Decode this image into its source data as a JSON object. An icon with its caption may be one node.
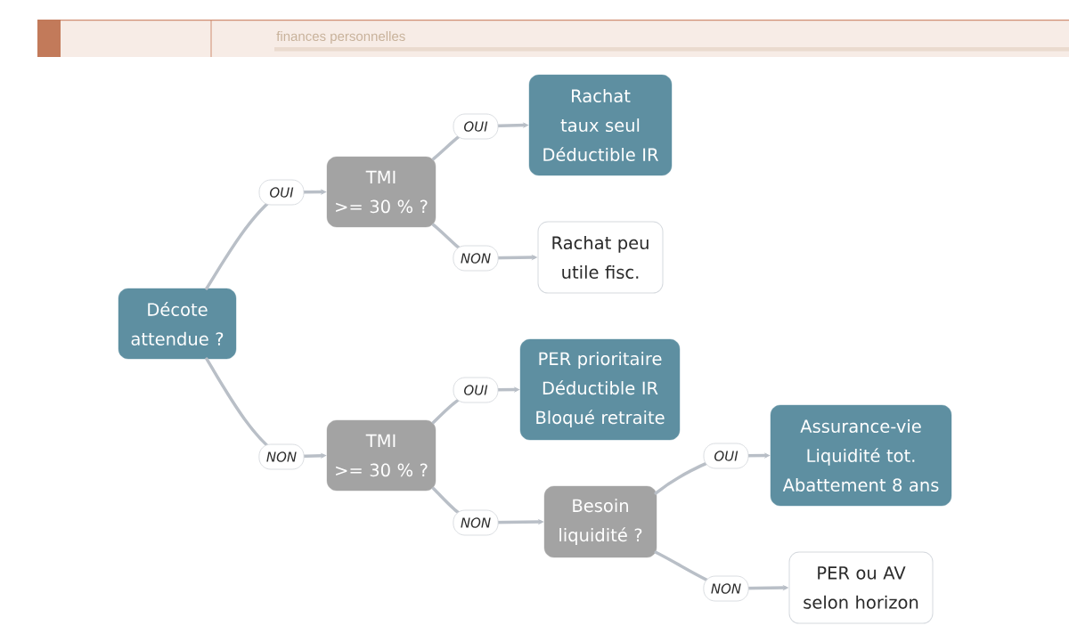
{
  "diagram": {
    "nodes": [
      {
        "text": [
          "Décote attendue ?"
        ]
      },
      {
        "text": [
          "TMI >= 30 % ?"
        ]
      },
      {
        "text": [
          "Rachat taux seul Déductible IR"
        ]
      },
      {
        "text": [
          "Rachat peu utile fisc."
        ]
      },
      {
        "text": [
          "TMI >= 30 % ?"
        ]
      },
      {
        "text": [
          "PER prioritaire Déductible IR Bloqué retraite"
        ]
      },
      {
        "text": [
          "Besoin liquidité ?"
        ]
      },
      {
        "text": [
          "Assurance-vie Liquidité tot. Abattement 8 ans"
        ]
      },
      {
        "text": [
          "PER ou AV selon horizon"
        ]
      }
    ],
    "edges": [
      {
        "from": 0,
        "to": 1,
        "arrow": "to",
        "label": "OUI"
      },
      {
        "from": 0,
        "to": 4,
        "arrow": "to",
        "label": "NON"
      },
      {
        "from": 1,
        "to": 2,
        "arrow": "to",
        "label": "OUI"
      },
      {
        "from": 1,
        "to": 3,
        "arrow": "to",
        "label": "NON"
      },
      {
        "from": 4,
        "to": 5,
        "arrow": "to",
        "label": "OUI"
      },
      {
        "from": 4,
        "to": 6,
        "arrow": "to",
        "label": "NON"
      },
      {
        "from": 6,
        "to": 7,
        "arrow": "to",
        "label": "OUI"
      },
      {
        "from": 6,
        "to": 8,
        "arrow": "to",
        "label": "NON"
      }
    ],
    "labels": [
      "finances personnelles"
    ]
  }
}
